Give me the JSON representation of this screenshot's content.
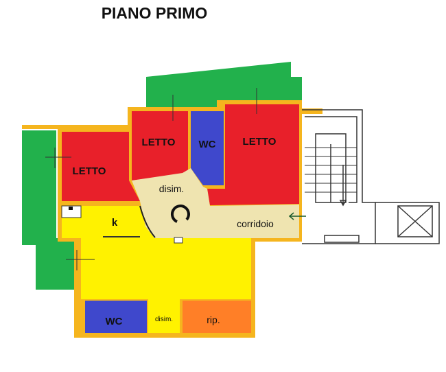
{
  "title": "PIANO PRIMO",
  "rooms": {
    "letto_left": "LETTO",
    "letto_mid": "LETTO",
    "wc_top": "WC",
    "letto_right": "LETTO",
    "disim_top": "disim.",
    "corridoio": "corridoio",
    "kitchen": "k",
    "wc_bottom": "WC",
    "disim_bottom": "disim.",
    "rip": "rip."
  },
  "colors": {
    "bedroom": "#e8202a",
    "bathroom": "#3f48cc",
    "living": "#fff200",
    "corridor": "#efe4b0",
    "storage": "#ff7f27",
    "garden": "#22b14c",
    "wall": "#f5b51e"
  }
}
